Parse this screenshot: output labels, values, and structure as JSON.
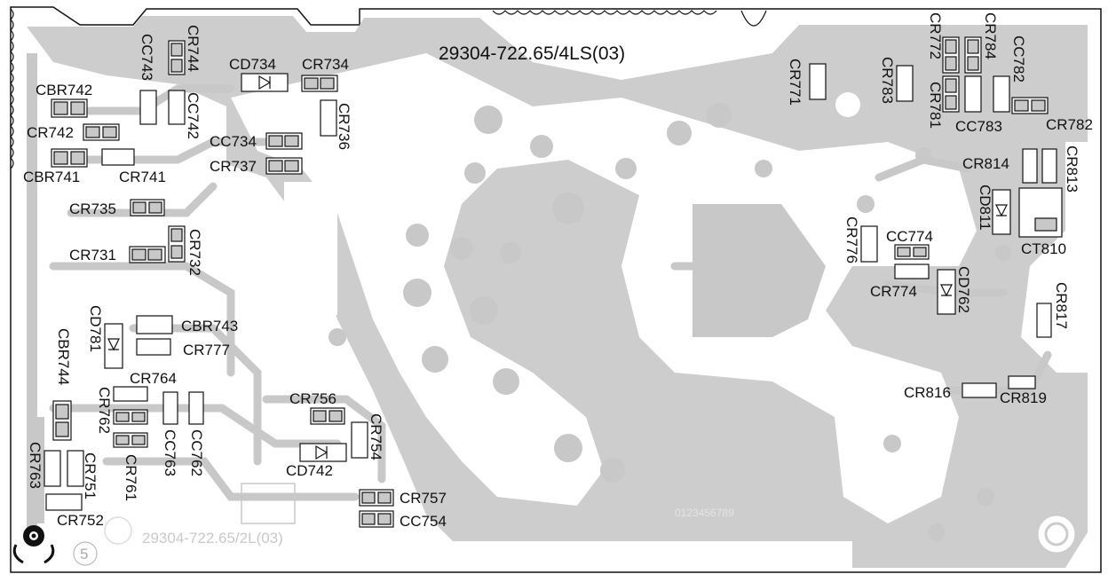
{
  "board": {
    "title": "29304-722.65/4LS(03)",
    "secondary_marking": "29304-722.65/2L(03)",
    "serial_marking": "0123456789",
    "corner_number": "5",
    "colors": {
      "copper": "#c8c8c8",
      "pad": "#ffffff",
      "outline": "#111111",
      "text": "#111111"
    }
  },
  "labels": {
    "CC743": "CC743",
    "CR744": "CR744",
    "CC742": "CC742",
    "CD734": "CD734",
    "CR734": "CR734",
    "CR736": "CR736",
    "CC734": "CC734",
    "CR737": "CR737",
    "CBR742": "CBR742",
    "CR742": "CR742",
    "CBR741": "CBR741",
    "CR741": "CR741",
    "CR735": "CR735",
    "CR731": "CR731",
    "CR732": "CR732",
    "CD781": "CD781",
    "CBR743": "CBR743",
    "CR777": "CR777",
    "CBR744": "CBR744",
    "CR764": "CR764",
    "CR762": "CR762",
    "CC763": "CC763",
    "CC762": "CC762",
    "CR761": "CR761",
    "CR763": "CR763",
    "CR751": "CR751",
    "CR752": "CR752",
    "CR756": "CR756",
    "CR754": "CR754",
    "CD742": "CD742",
    "CR757": "CR757",
    "CC754": "CC754",
    "CR771": "CR771",
    "CR783": "CR783",
    "CR772": "CR772",
    "CR784": "CR784",
    "CC782": "CC782",
    "CR781": "CR781",
    "CC783": "CC783",
    "CR782": "CR782",
    "CR814": "CR814",
    "CR813": "CR813",
    "CD811": "CD811",
    "CT810": "CT810",
    "CR776": "CR776",
    "CC774": "CC774",
    "CR774": "CR774",
    "CD762": "CD762",
    "CR817": "CR817",
    "CR816": "CR816",
    "CR819": "CR819"
  }
}
